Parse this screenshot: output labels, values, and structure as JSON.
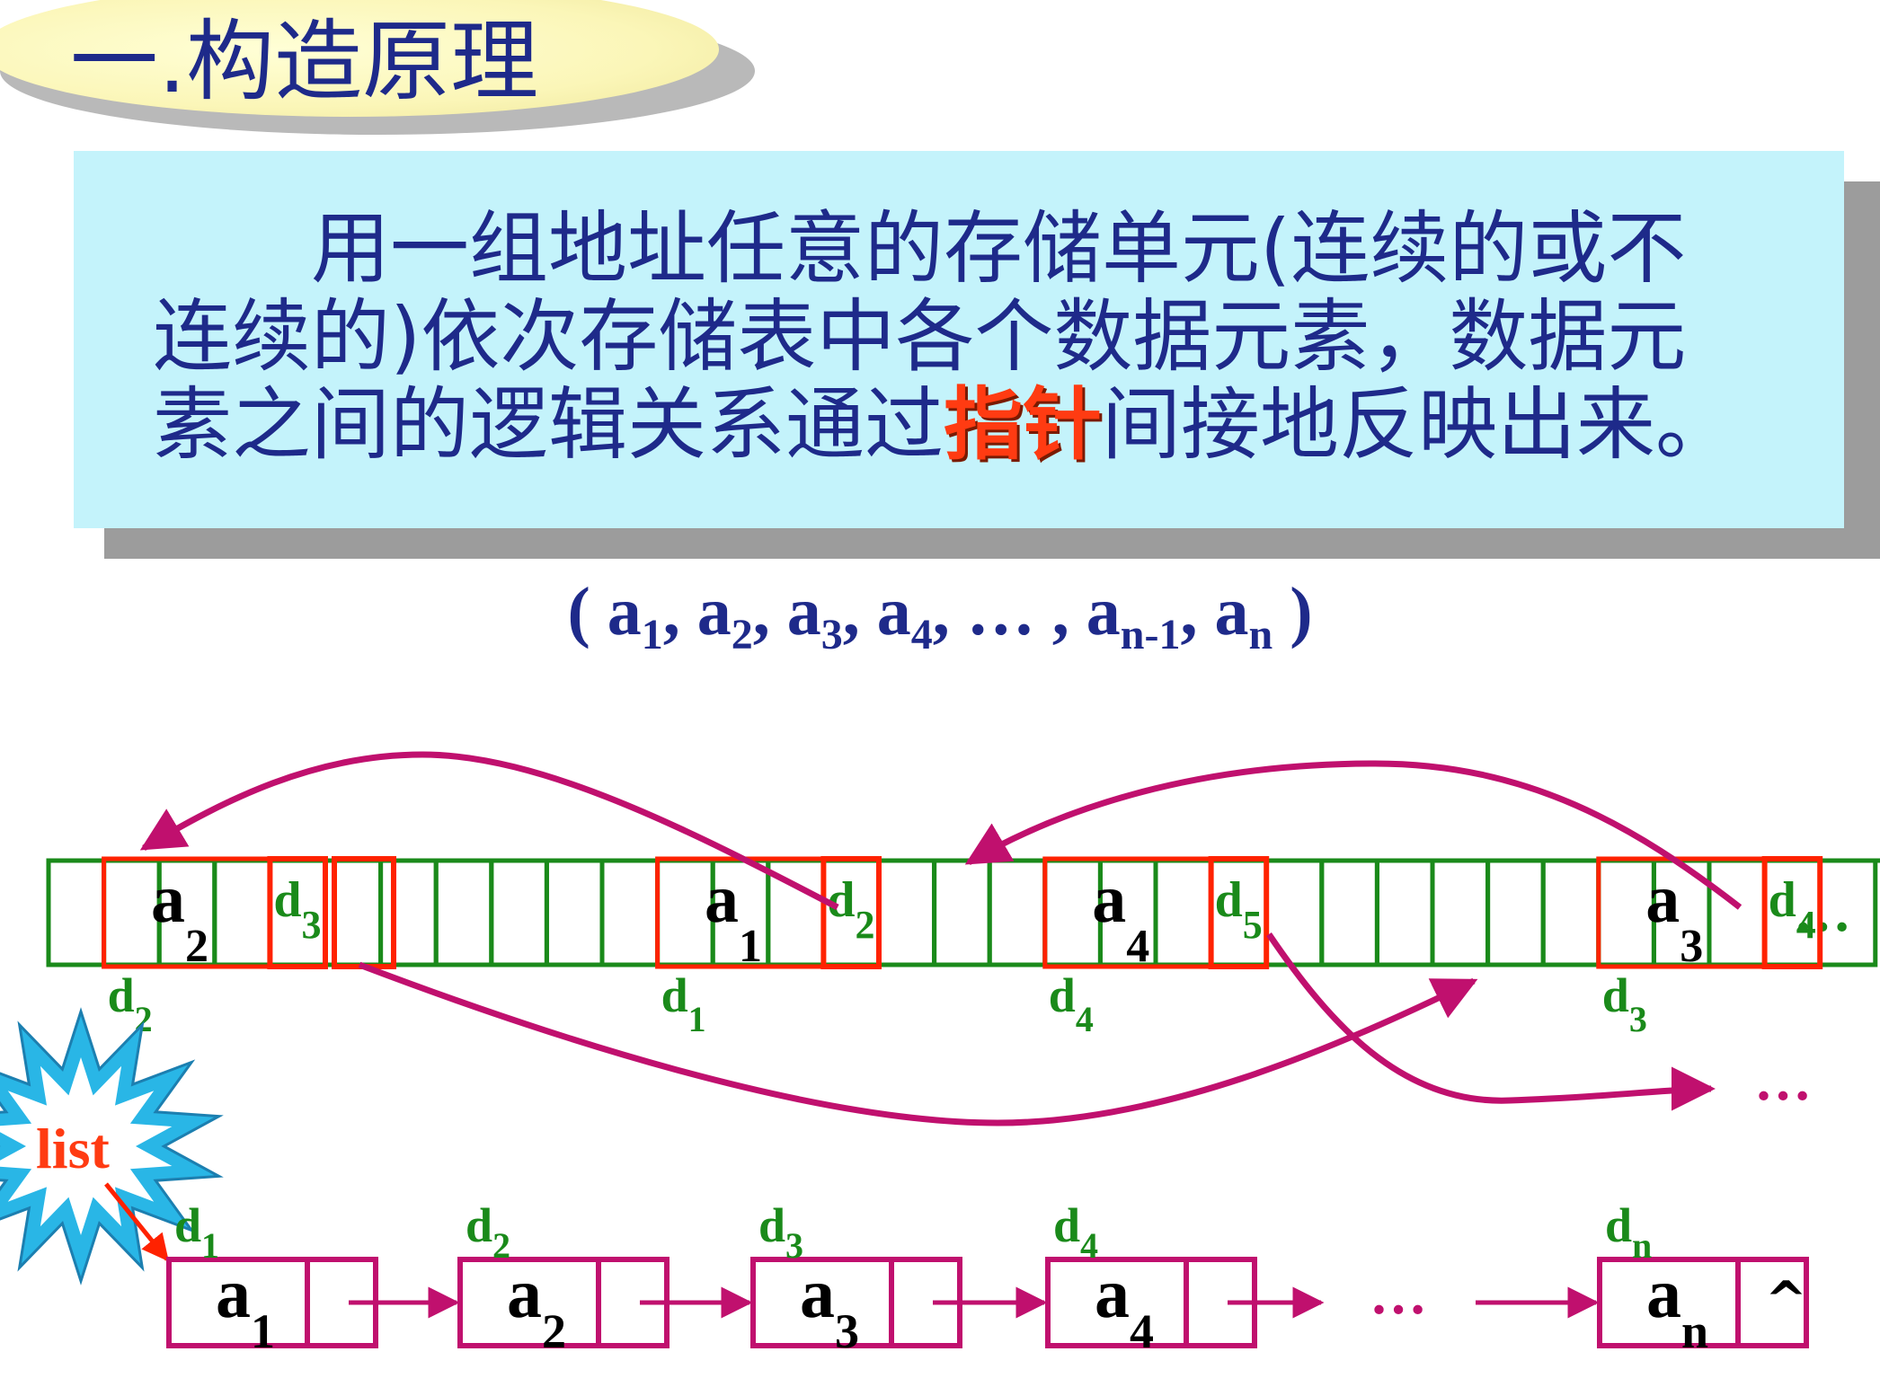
{
  "title": "一.构造原理",
  "paragraph": {
    "before": "用一组地址任意的存储单元(连续的或不连续的)依次存储表中各个数据元素，数据元素之间的逻辑关系通过",
    "highlight": "指针",
    "after": "间接地反映出来。"
  },
  "sequence": {
    "open": "( ",
    "terms": [
      {
        "base": "a",
        "sub": "1",
        "sep": ",  "
      },
      {
        "base": "a",
        "sub": "2",
        "sep": ",  "
      },
      {
        "base": "a",
        "sub": "3",
        "sep": ",  "
      },
      {
        "base": "a",
        "sub": "4",
        "sep": ",  "
      },
      {
        "base": "",
        "sub": "",
        "sep": "… , "
      },
      {
        "base": "a",
        "sub": "n-1",
        "sep": ",  "
      },
      {
        "base": "a",
        "sub": "n",
        "sep": ""
      }
    ],
    "close": " )"
  },
  "memory": {
    "cell_count": 33,
    "ellipsis": "…",
    "nodes": [
      {
        "data_base": "a",
        "data_sub": "2",
        "next_base": "d",
        "next_sub": "3",
        "addr_base": "d",
        "addr_sub": "2"
      },
      {
        "data_base": "a",
        "data_sub": "1",
        "next_base": "d",
        "next_sub": "2",
        "addr_base": "d",
        "addr_sub": "1"
      },
      {
        "data_base": "a",
        "data_sub": "4",
        "next_base": "d",
        "next_sub": "5",
        "addr_base": "d",
        "addr_sub": "4"
      },
      {
        "data_base": "a",
        "data_sub": "3",
        "next_base": "d",
        "next_sub": "4",
        "addr_base": "d",
        "addr_sub": "3"
      }
    ],
    "trailing_ellipsis": "…"
  },
  "head_pointer": "list",
  "linked_list": {
    "nodes": [
      {
        "addr_base": "d",
        "addr_sub": "1",
        "data_base": "a",
        "data_sub": "1",
        "next": ""
      },
      {
        "addr_base": "d",
        "addr_sub": "2",
        "data_base": "a",
        "data_sub": "2",
        "next": ""
      },
      {
        "addr_base": "d",
        "addr_sub": "3",
        "data_base": "a",
        "data_sub": "3",
        "next": ""
      },
      {
        "addr_base": "d",
        "addr_sub": "4",
        "data_base": "a",
        "data_sub": "4",
        "next": ""
      },
      {
        "addr_base": "d",
        "addr_sub": "n",
        "data_base": "a",
        "data_sub": "n",
        "next": "^"
      }
    ],
    "ellipsis": "…"
  },
  "colors": {
    "title_text": "#1e2a8a",
    "body_text": "#1e2a8a",
    "highlight_text": "#ff3b12",
    "memory_cell_border": "#1a8a1a",
    "node_border": "#ff2200",
    "pointer_arrow": "#c0106e",
    "list_node_border": "#c0106e",
    "label_green": "#1a8a1a",
    "starburst": "#29b6e6",
    "list_label": "#ff3b12",
    "box_fill": "#c4f3fb"
  }
}
